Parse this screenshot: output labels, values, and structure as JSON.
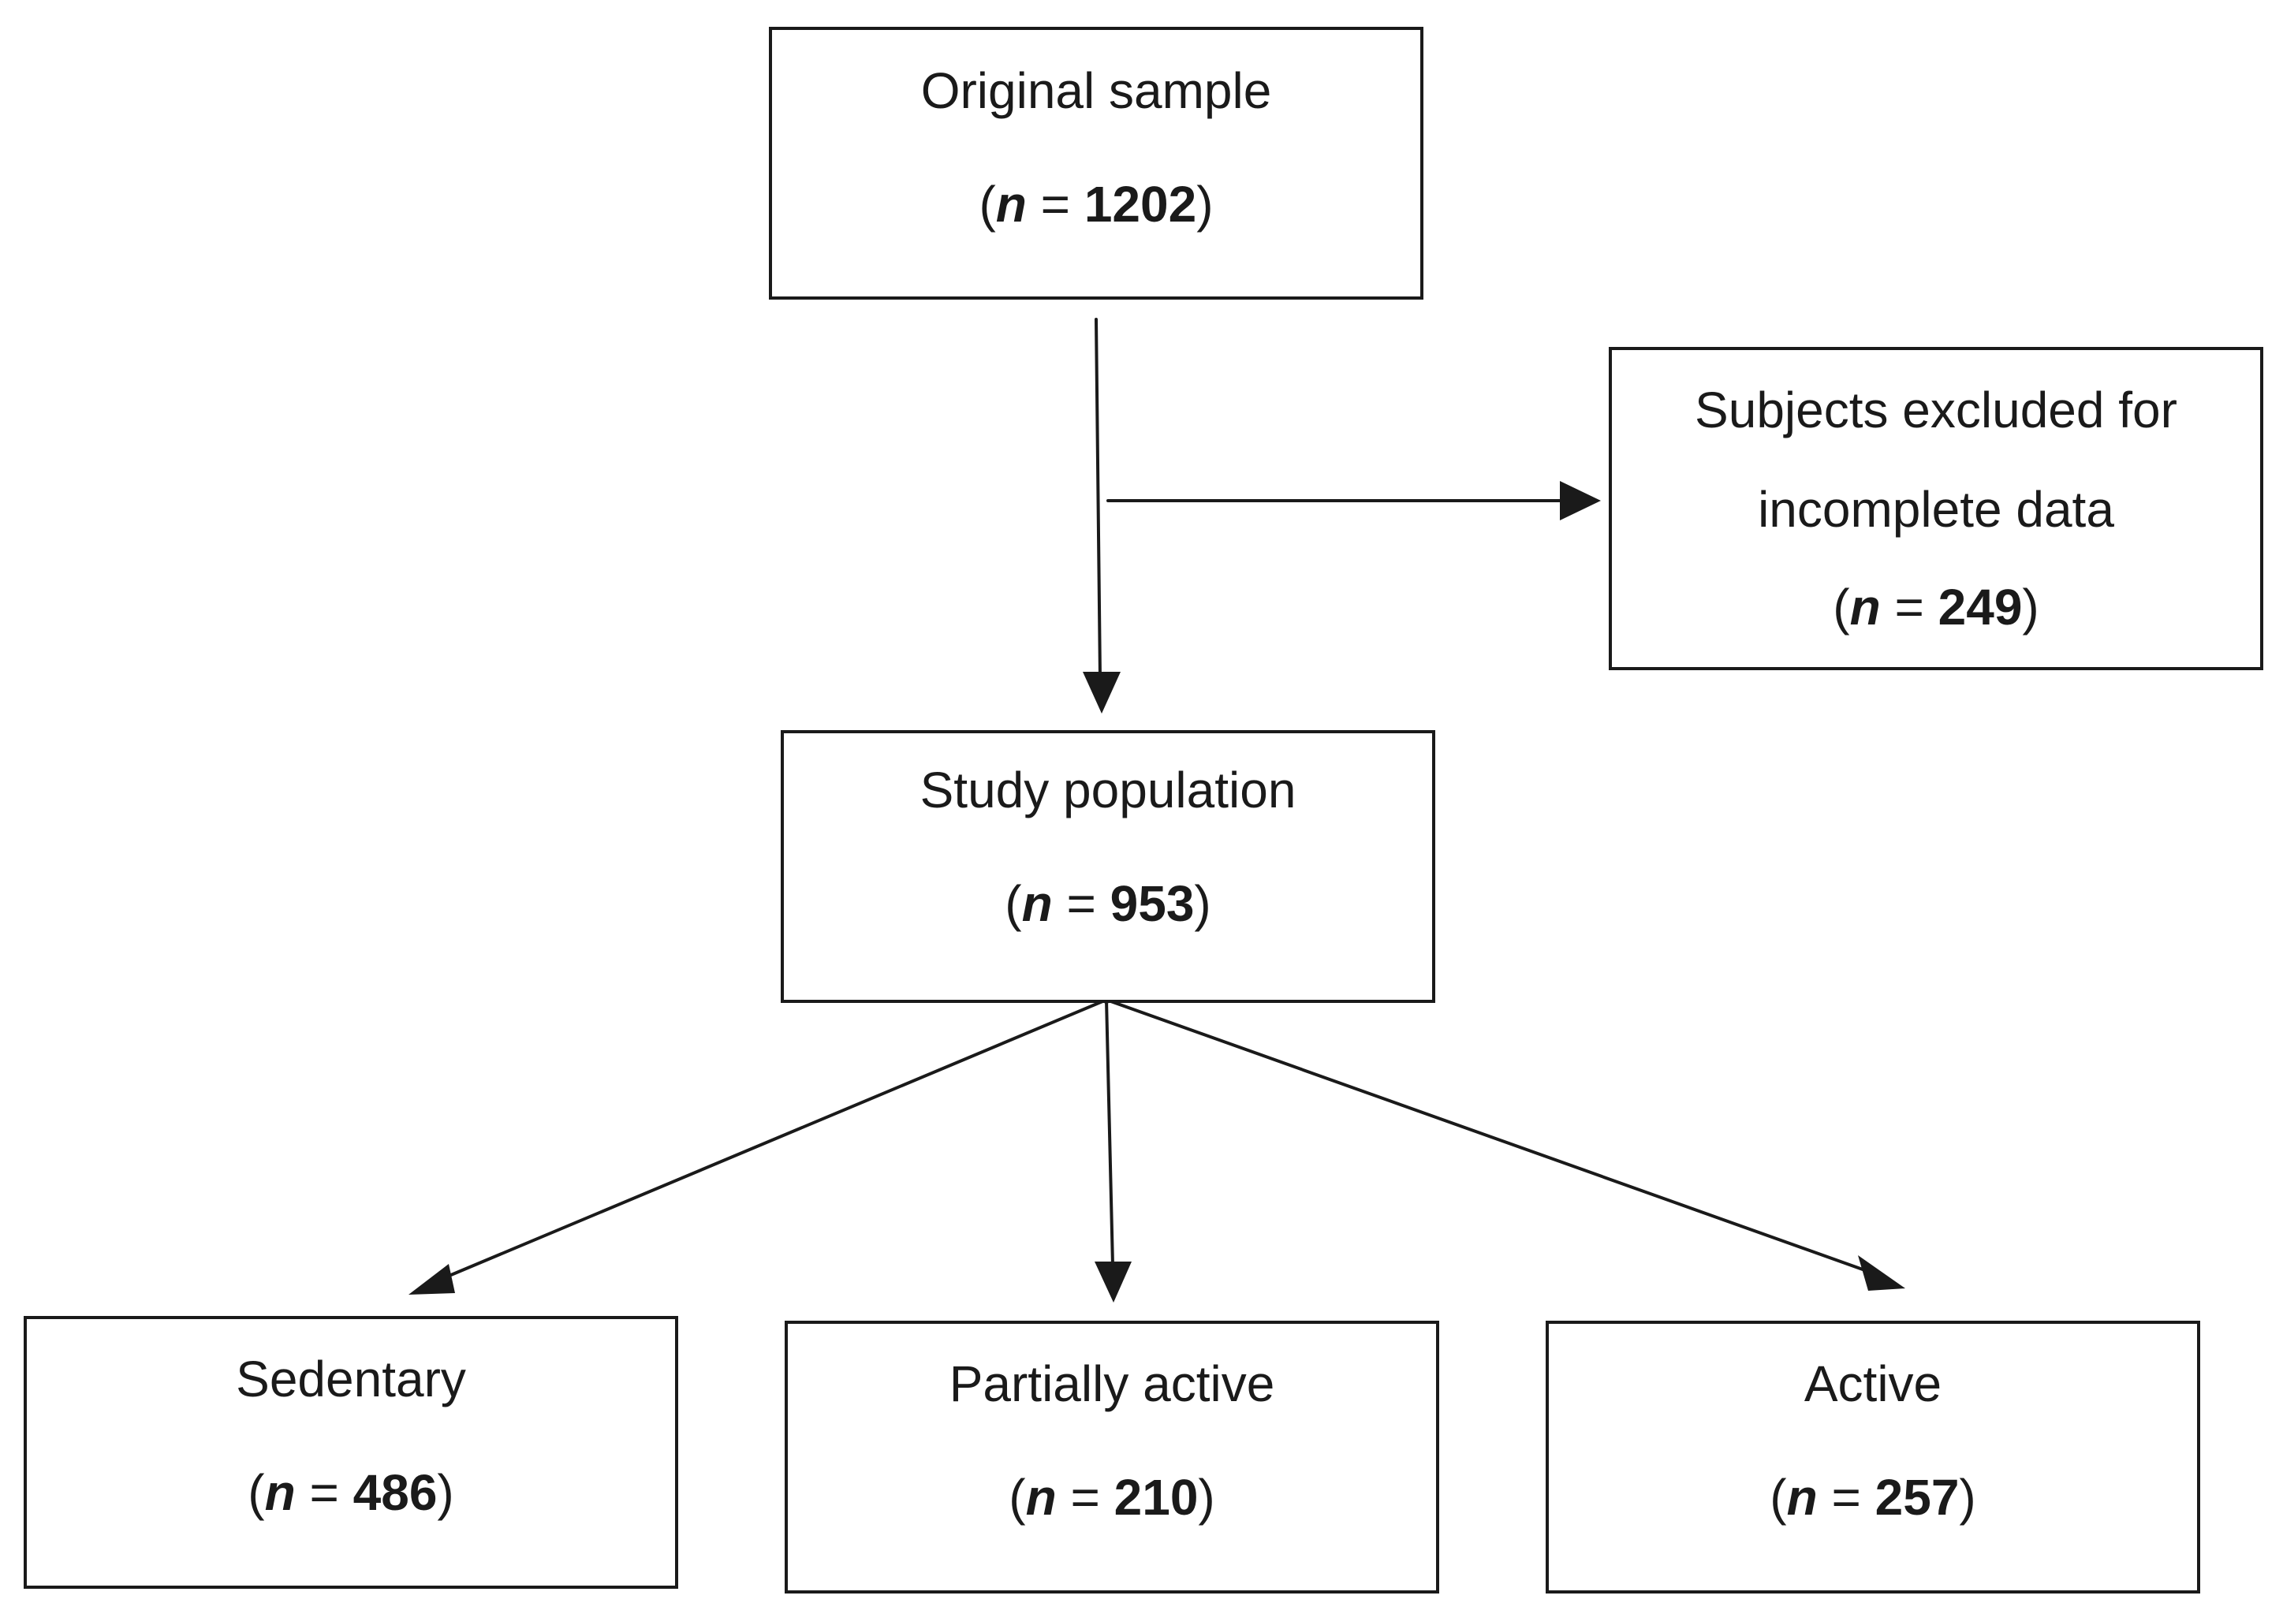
{
  "nodes": {
    "original": {
      "label": "Original sample",
      "var": "n",
      "eq": " = ",
      "count": "1202",
      "open": "(",
      "close": ")"
    },
    "excluded": {
      "line1": "Subjects excluded for",
      "line2": "incomplete data",
      "var": "n",
      "eq": " = ",
      "count": "249",
      "open": "(",
      "close": ")"
    },
    "study": {
      "label": "Study population",
      "var": "n",
      "eq": " = ",
      "count": "953",
      "open": "(",
      "close": ")"
    },
    "sedentary": {
      "label": "Sedentary",
      "var": "n",
      "eq": " = ",
      "count": "486",
      "open": "(",
      "close": ")"
    },
    "partial": {
      "label": "Partially active",
      "var": "n",
      "eq": " = ",
      "count": "210",
      "open": "(",
      "close": ")"
    },
    "active": {
      "label": "Active",
      "var": "n",
      "eq": " = ",
      "count": "257",
      "open": "(",
      "close": ")"
    }
  },
  "colors": {
    "stroke": "#1a1a1a",
    "background": "#ffffff"
  }
}
